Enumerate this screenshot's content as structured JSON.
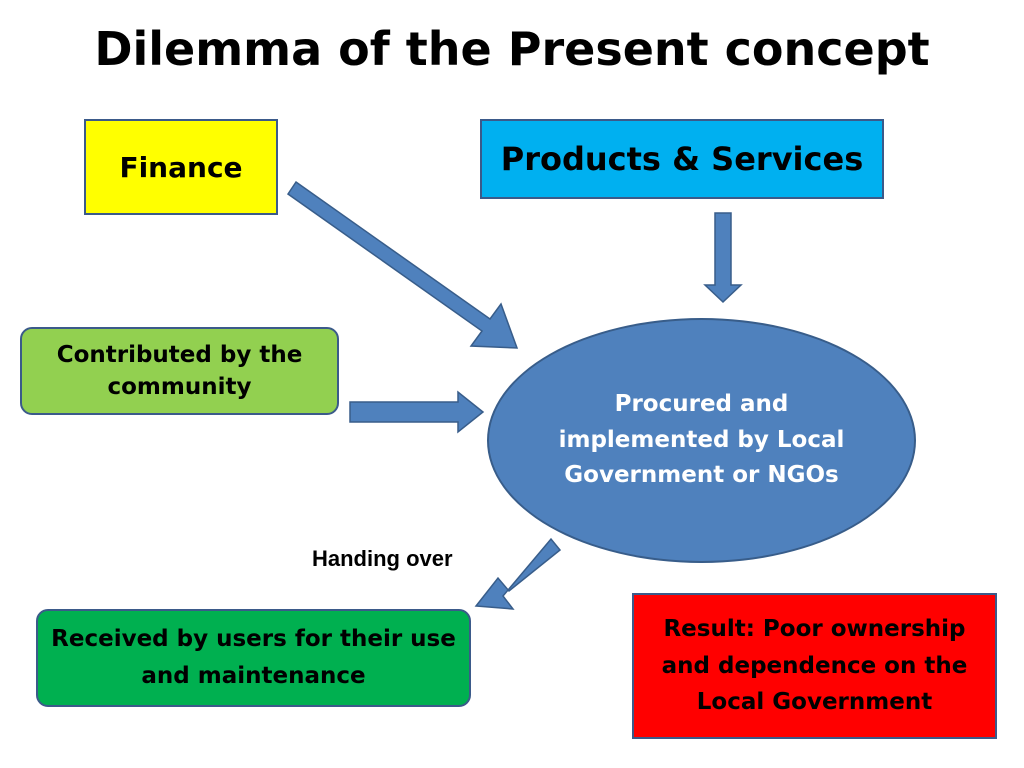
{
  "title": "Dilemma of the Present concept",
  "boxes": {
    "finance": "Finance",
    "products": "Products & Services",
    "community": "Contributed by the community",
    "procured": "Procured and implemented by Local Government or NGOs",
    "received": "Received by users for their use and maintenance",
    "result": "Result: Poor ownership and dependence on the Local Government"
  },
  "labels": {
    "handing_over": "Handing over"
  },
  "colors": {
    "finance": "#ffff00",
    "products": "#00b0f0",
    "community": "#92d050",
    "procured": "#4f81bd",
    "received": "#00b050",
    "result": "#ff0000",
    "arrow": "#4f81bd"
  }
}
